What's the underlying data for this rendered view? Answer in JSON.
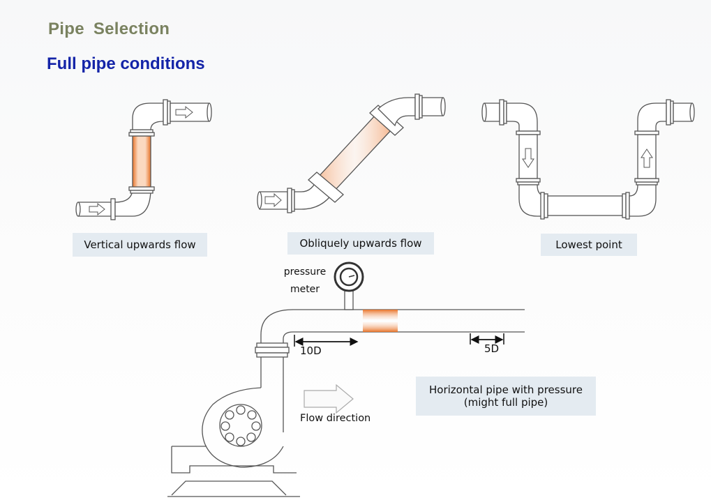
{
  "page": {
    "title": "Pipe  Selection",
    "subtitle": "Full pipe conditions"
  },
  "labels": {
    "vertical": "Vertical upwards flow",
    "oblique": "Obliquely upwards flow",
    "lowest": "Lowest point",
    "horizontal_line1": "Horizontal pipe with pressure",
    "horizontal_line2": "(might full pipe)",
    "pressure_line1": "pressure",
    "pressure_line2": "meter",
    "dist_10d": "10D",
    "dist_5d": "5D",
    "flow_direction": "Flow direction"
  },
  "colors": {
    "pipe_stroke": "#555555",
    "sensor_orange": "#e8742a",
    "label_bg": "#e4ebf1",
    "title": "#7a8260",
    "subtitle": "#1424a8"
  }
}
